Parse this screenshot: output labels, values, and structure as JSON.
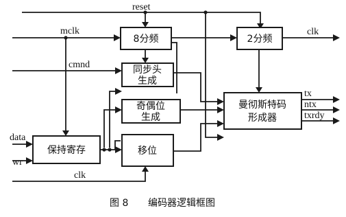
{
  "signals": {
    "reset": "reset",
    "mclk": "mclk",
    "cmnd": "cmnd",
    "data": "data",
    "wr": "wr",
    "clk_in": "clk",
    "clk_out": "clk",
    "tx": "tx",
    "ntx": "ntx",
    "txrdy": "txrdy"
  },
  "blocks": {
    "div8": {
      "label": "8分频"
    },
    "div2": {
      "label": "2分频"
    },
    "sync": {
      "line1": "同步头",
      "line2": "生成"
    },
    "parity": {
      "line1": "奇偶位",
      "line2": "生成"
    },
    "hold": {
      "label": "保持寄存"
    },
    "shift": {
      "label": "移位"
    },
    "manchester": {
      "line1": "曼彻斯特码",
      "line2": "形成器"
    }
  },
  "caption": {
    "figure": "图 8",
    "title": "编码器逻辑框图"
  }
}
